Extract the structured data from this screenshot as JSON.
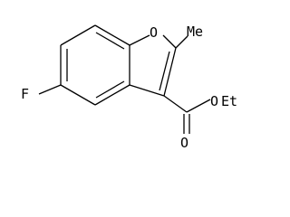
{
  "molecule": {
    "atoms": {
      "oxygen_ring": "O",
      "methyl": "Me",
      "fluorine": "F",
      "ester_oxygen": "O",
      "carbonyl_oxygen": "O",
      "ethyl": "Et"
    }
  },
  "colors": {
    "bond": "#000000",
    "label": "#000000",
    "background": "#ffffff"
  }
}
